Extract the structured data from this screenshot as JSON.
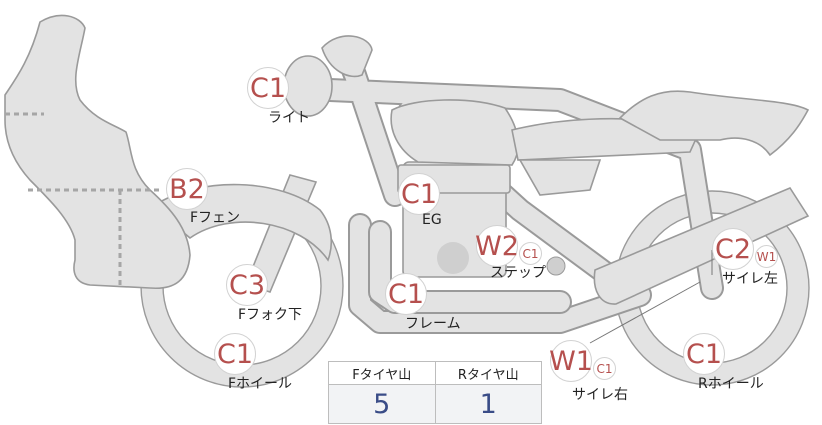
{
  "markers": {
    "light": {
      "grade": "C1",
      "label": "ライト"
    },
    "f_fender": {
      "grade": "B2",
      "label": "Fフェン"
    },
    "engine": {
      "grade": "C1",
      "label": "EG"
    },
    "f_fork": {
      "grade": "C3",
      "label": "Fフォク下"
    },
    "step": {
      "grade": "W2",
      "sub": "C1",
      "label": "ステップ"
    },
    "frame": {
      "grade": "C1",
      "label": "フレーム"
    },
    "f_wheel": {
      "grade": "C1",
      "label": "Fホイール"
    },
    "muffler_l": {
      "grade": "C2",
      "sub": "W1",
      "label": "サイレ左"
    },
    "muffler_r": {
      "grade": "W1",
      "sub": "C1",
      "label": "サイレ右"
    },
    "r_wheel": {
      "grade": "C1",
      "label": "Rホイール"
    }
  },
  "tire_table": {
    "front_header": "Fタイヤ山",
    "rear_header": "Rタイヤ山",
    "front_value": "5",
    "rear_value": "1"
  },
  "colors": {
    "grade_text": "#b5504e",
    "table_value": "#3a4c87",
    "bike_fill": "#e3e3e3",
    "bike_outline": "#9a9a9a"
  }
}
